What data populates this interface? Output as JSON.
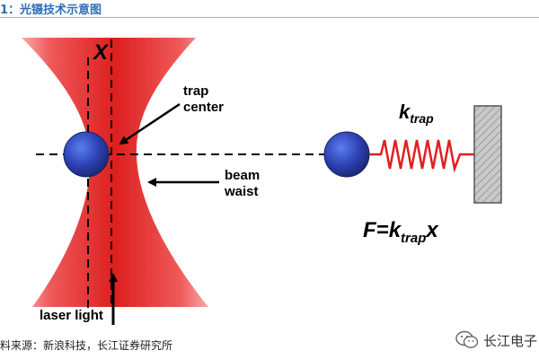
{
  "caption": "1：光镊技术示意图",
  "diagram": {
    "x_label": "X",
    "trap_center_line1": "trap",
    "trap_center_line2": "center",
    "beam_waist_line1": "beam",
    "beam_waist_line2": "waist",
    "laser_light": "laser light",
    "k_main": "k",
    "k_sub": "trap",
    "formula_F": "F=",
    "formula_k": "k",
    "formula_sub": "trap",
    "formula_x": "x",
    "colors": {
      "beam": "#e02a2a",
      "bead": "#2b3fb0",
      "spring": "#e02020",
      "wall": "#b0b0b0"
    }
  },
  "source": "料来源：新浪科技，长江证券研究所",
  "watermark": {
    "text": "长江电子",
    "icon": "wechat-icon"
  }
}
